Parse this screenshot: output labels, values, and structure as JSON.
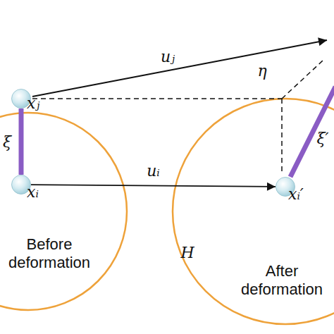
{
  "diagram": {
    "nodes": [
      {
        "text": [
          "xⱼ"
        ]
      },
      {
        "text": [
          "xᵢ"
        ]
      },
      {
        "text": [
          "xᵢ′"
        ]
      }
    ],
    "edges": [
      {
        "from": 0,
        "to": 1,
        "arrow": "none",
        "label": "ξ"
      },
      {
        "from": 1,
        "to": 2,
        "arrow": "to",
        "label": "uᵢ"
      }
    ],
    "labels": [
      "uⱼ",
      "η",
      "H",
      "Before deformation",
      "After deformation",
      "ξ′"
    ]
  }
}
